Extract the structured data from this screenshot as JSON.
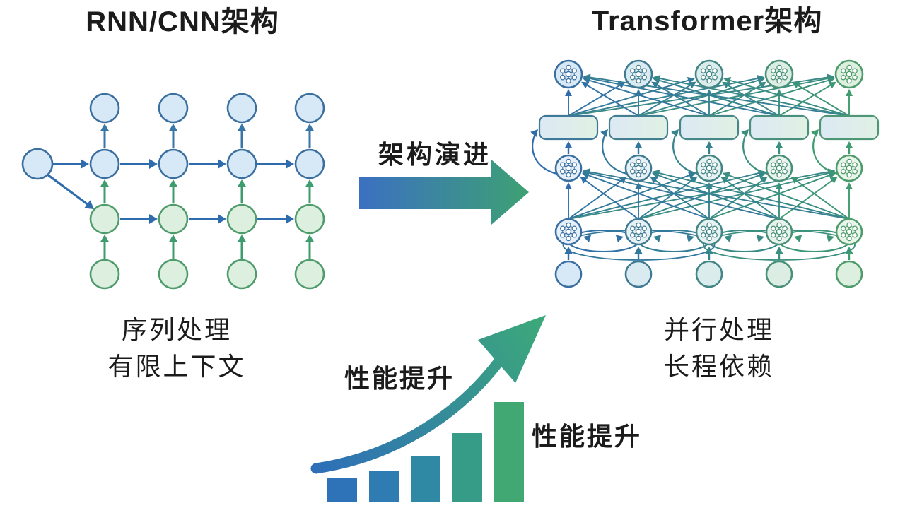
{
  "left_panel": {
    "title": "RNN/CNN架构",
    "caption_line1": "序列处理",
    "caption_line2": "有限上下文"
  },
  "right_panel": {
    "title": "Transformer架构",
    "caption_line1": "并行处理",
    "caption_line2": "长程依赖"
  },
  "evolution_arrow": {
    "label": "架构演进"
  },
  "performance": {
    "label_left": "性能提升",
    "label_right": "性能提升"
  },
  "icons": {
    "attention_node": "attention-network-icon"
  },
  "colors": {
    "text": "#1b1b1b",
    "blue_node_fill": "#d7e8f7",
    "blue_node_stroke": "#3a6f9f",
    "green_node_fill": "#ddefde",
    "green_node_stroke": "#4e9b6b",
    "blue_arrow": "#2e6cad",
    "teal_arrow": "#3876a8",
    "green_arrow": "#3e9c6e",
    "rect_fill_left": "#dce9f5",
    "rect_fill_right": "#e0f1e3",
    "evo_gradient_start": "#3b70c2",
    "evo_gradient_end": "#3da173",
    "swoosh_start": "#2e6fb8",
    "swoosh_end": "#3ca979"
  },
  "diagram_structure": {
    "rnn": {
      "columns": 4,
      "rows": [
        "output",
        "hidden-top",
        "hidden-bottom",
        "input"
      ],
      "context_node": 1,
      "flow": "sequential left-to-right with step-by-step vertical propagation"
    },
    "transformer": {
      "columns": 5,
      "rows": [
        "output-attention",
        "feed-forward-block",
        "attention",
        "self-attention-loop",
        "input"
      ],
      "flow": "fully-connected parallel attention between layers"
    }
  },
  "growth": {
    "type": "bar",
    "bar_values": [
      33,
      44,
      65,
      97,
      141
    ],
    "bar_colors": [
      "#2e72b8",
      "#2f7cb2",
      "#2f89a4",
      "#379c87",
      "#41a874"
    ],
    "trend": "exponential-up-arrow"
  }
}
